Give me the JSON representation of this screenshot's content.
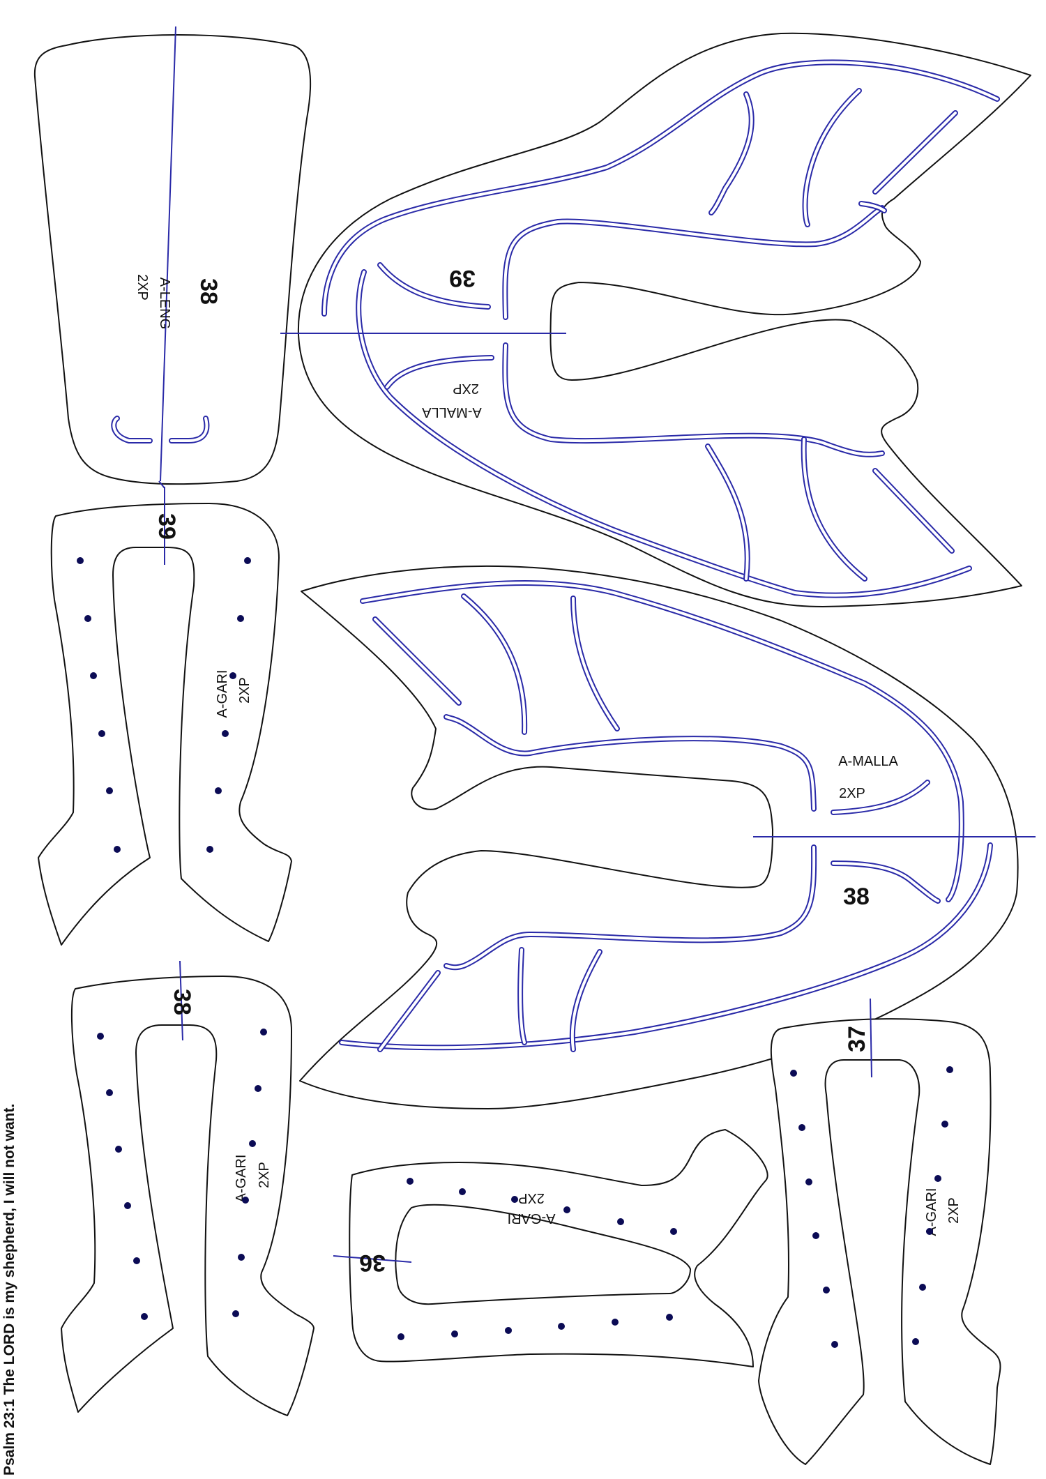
{
  "caption": "Psalm 23:1 The LORD is my shepherd, I will not want.",
  "colors": {
    "outline": "#111111",
    "guide": "#2a2aa8",
    "hole": "#0b0b55"
  },
  "pieces": {
    "a_leng": {
      "number": "38",
      "name": "A-LENG",
      "qty": "2XP"
    },
    "upper_malla": {
      "number": "39",
      "name": "A-MALLA",
      "qty": "2XP"
    },
    "lower_malla": {
      "number": "38",
      "name": "A-MALLA",
      "qty": "2XP"
    },
    "gari_39": {
      "number": "39",
      "name": "A-GARI",
      "qty": "2XP"
    },
    "gari_38": {
      "number": "38",
      "name": "A-GARI",
      "qty": "2XP"
    },
    "gari_36": {
      "number": "36",
      "name": "A-GARI",
      "qty": "2XP"
    },
    "gari_37": {
      "number": "37",
      "name": "A-GARI",
      "qty": "2XP"
    }
  }
}
